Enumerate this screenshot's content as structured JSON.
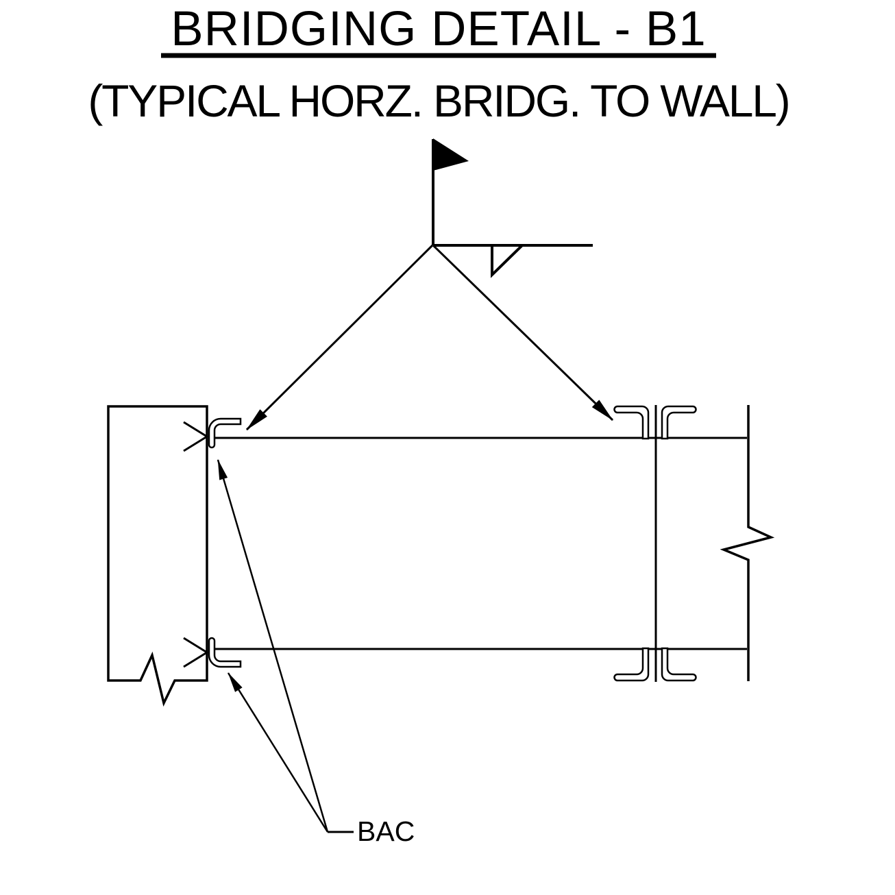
{
  "page": {
    "background_color": "#ffffff",
    "line_color": "#000000"
  },
  "title": {
    "text": "BRIDGING DETAIL - B1",
    "underlined": true
  },
  "subtitle": {
    "text": "(TYPICAL HORZ. BRIDG. TO WALL)"
  },
  "callouts": {
    "bac": {
      "label": "BAC",
      "leader_count": 2
    },
    "weld": {
      "symbol": "field-weld-flag-with-fillet",
      "leader_count": 2
    }
  },
  "components": {
    "left_member": "wall",
    "horizontal_member": "horizontal-bridging-channel",
    "right_member": "stud-section",
    "clips": "bridging-angle-clip"
  }
}
